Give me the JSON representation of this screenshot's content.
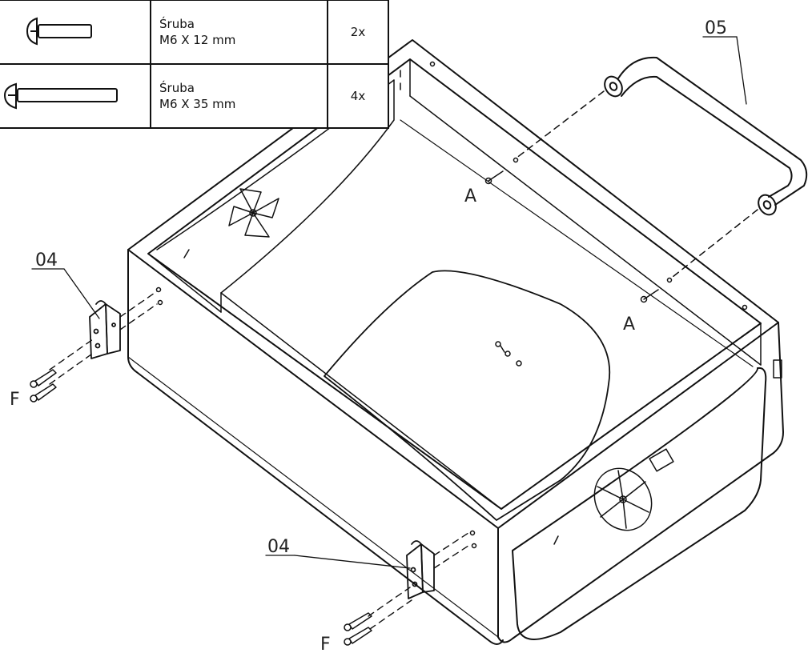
{
  "parts_table": {
    "rows": [
      {
        "icon": "short-bolt-icon",
        "name": "Śruba",
        "size": "M6 X 12 mm",
        "qty": "2x"
      },
      {
        "icon": "long-bolt-icon",
        "name": "Śruba",
        "size": "M6 X 35 mm",
        "qty": "4x"
      }
    ]
  },
  "callouts": {
    "handle": "05",
    "bracket_left": "04",
    "bracket_bottom": "04",
    "screw_a_upper": "A",
    "screw_a_lower": "A",
    "screw_f_left": "F",
    "screw_f_bottom": "F"
  }
}
